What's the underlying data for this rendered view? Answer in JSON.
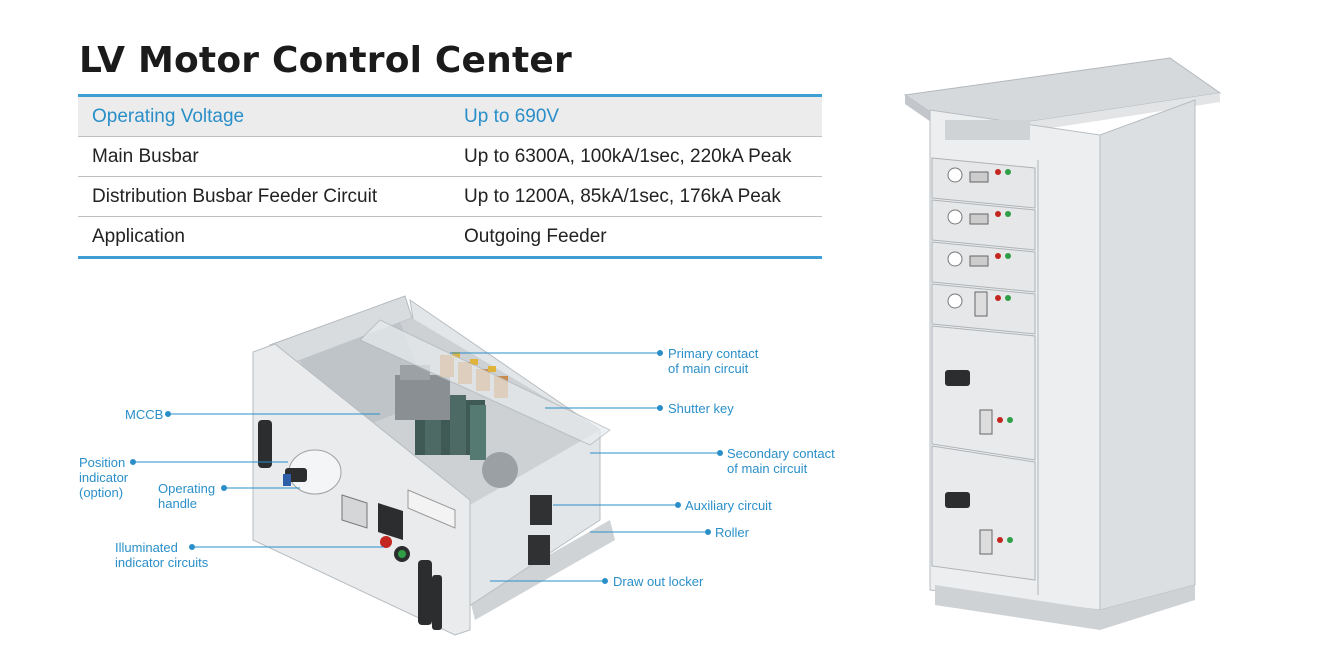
{
  "title": "LV Motor Control Center",
  "spec_table": {
    "header": {
      "label": "Operating Voltage",
      "value": "Up to 690V"
    },
    "rows": [
      {
        "label": "Main Busbar",
        "value": "Up to 6300A, 100kA/1sec, 220kA Peak"
      },
      {
        "label": "Distribution Busbar Feeder Circuit",
        "value": "Up to 1200A, 85kA/1sec, 176kA Peak"
      },
      {
        "label": "Application",
        "value": "Outgoing Feeder"
      }
    ]
  },
  "callouts": {
    "mccb": "MCCB",
    "position_indicator": [
      "Position",
      "indicator",
      "(option)"
    ],
    "operating_handle": [
      "Operating",
      "handle"
    ],
    "illuminated_indicator": [
      "Illuminated",
      "indicator circuits"
    ],
    "primary_contact": [
      "Primary contact",
      "of main circuit"
    ],
    "shutter_key": "Shutter key",
    "secondary_contact": [
      "Secondary contact",
      "of main circuit"
    ],
    "auxiliary_circuit": "Auxiliary circuit",
    "roller": "Roller",
    "draw_out_locker": "Draw out locker"
  },
  "colors": {
    "accent": "#2a8fc9",
    "rule": "#3f9fd4",
    "header_bg": "#ececec"
  }
}
